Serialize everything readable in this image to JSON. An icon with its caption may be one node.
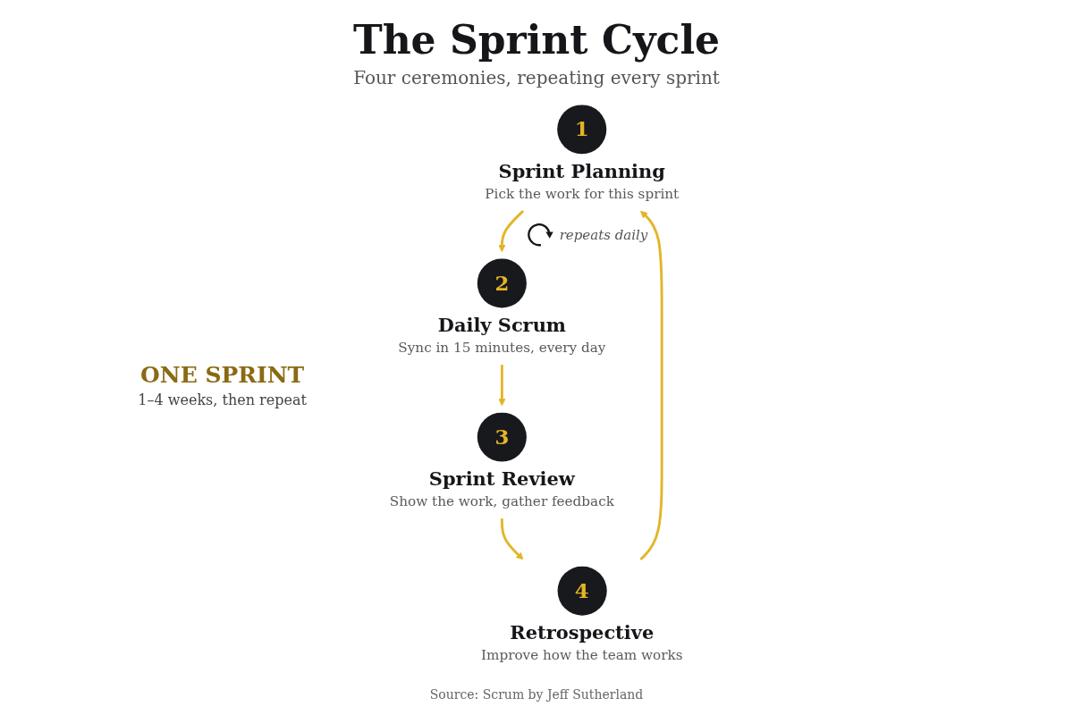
{
  "diagram": {
    "title": "The Sprint Cycle",
    "caption": "Source: Scrum by Jeff Sutherland",
    "nodes": [
      {
        "text": [
          "1",
          "Sprint Planning",
          "Pick the work for this sprint"
        ]
      },
      {
        "text": [
          "2",
          "Daily Scrum",
          "Sync in 15 minutes, every day"
        ]
      },
      {
        "text": [
          "3",
          "Sprint Review",
          "Show the work, gather feedback"
        ]
      },
      {
        "text": [
          "4",
          "Retrospective",
          "Improve how the team works"
        ]
      }
    ],
    "edges": [
      {
        "from": 0,
        "to": 1,
        "arrow": "to"
      },
      {
        "from": 1,
        "to": 2,
        "arrow": "to"
      },
      {
        "from": 2,
        "to": 3,
        "arrow": "to"
      },
      {
        "from": 3,
        "to": 0,
        "arrow": "to"
      }
    ],
    "labels": [
      "Four ceremonies, repeating every sprint",
      "repeats daily",
      "ONE SPRINT",
      "1–4 weeks, then repeat"
    ]
  }
}
